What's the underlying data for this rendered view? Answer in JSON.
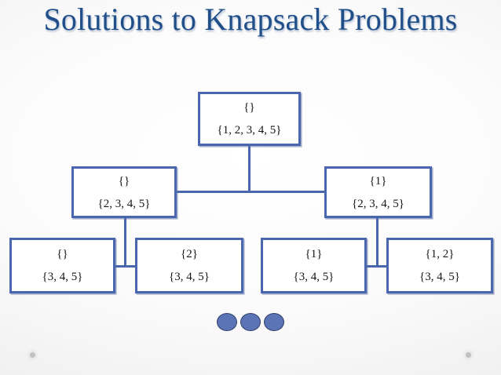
{
  "slide": {
    "title": "Solutions to Knapsack Problems",
    "background_color": "#f4f4f4",
    "accent_color": "#4a66ae",
    "title_color": "#1f4e89"
  },
  "tree": {
    "root": {
      "label": "root-node",
      "line1": "{}",
      "line2": "{1, 2, 3, 4, 5}"
    },
    "level2": [
      {
        "label": "level2-left",
        "line1": "{}",
        "line2": "{2, 3, 4, 5}"
      },
      {
        "label": "level2-right",
        "line1": "{1}",
        "line2": "{2, 3, 4, 5}"
      }
    ],
    "leaves": [
      {
        "label": "leaf-1",
        "line1": "{}",
        "line2": "{3, 4, 5}"
      },
      {
        "label": "leaf-2",
        "line1": "{2}",
        "line2": "{3, 4, 5}"
      },
      {
        "label": "leaf-3",
        "line1": "{1}",
        "line2": "{3, 4, 5}"
      },
      {
        "label": "leaf-4",
        "line1": "{1, 2}",
        "line2": "{3, 4, 5}"
      }
    ]
  },
  "decoration": {
    "dot_count": 3,
    "dot_color": "#5a74b5"
  }
}
